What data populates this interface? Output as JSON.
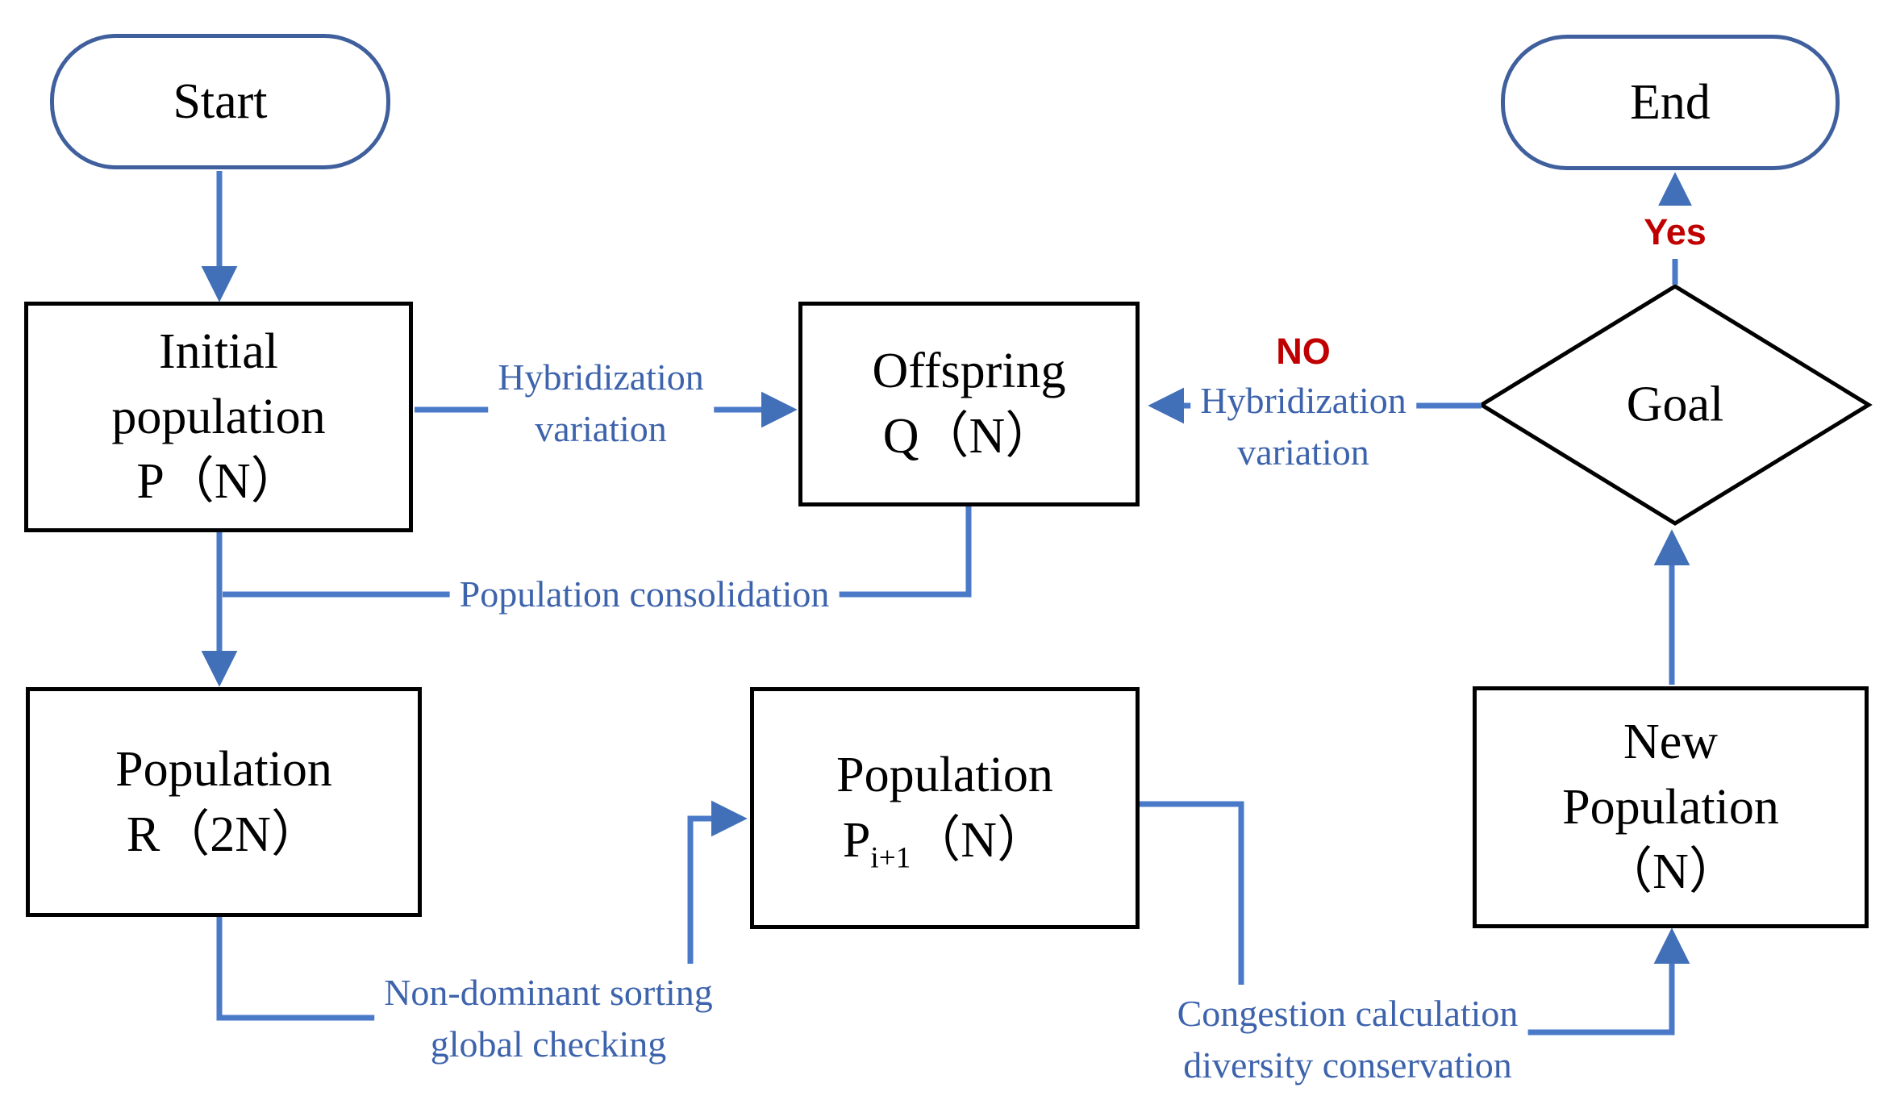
{
  "flowchart": {
    "colors": {
      "line_blue": "#4a79c8",
      "arrow_blue": "#4270b8",
      "label_blue": "#3d63ac",
      "decision_red": "#c00000",
      "box_border": "#000000",
      "box_text": "#000000",
      "terminal_border": "#3f5f9d",
      "bg": "#ffffff"
    },
    "nodes": {
      "start": {
        "label": "Start"
      },
      "initial_population": {
        "line1": "Initial",
        "line2": "population",
        "line3": "P（N）"
      },
      "offspring": {
        "line1": "Offspring",
        "line2": "Q（N）"
      },
      "population_r": {
        "line1": "Population",
        "line2": "R（2N）"
      },
      "population_p_next": {
        "line1": "Population",
        "p": "P",
        "sub": "i+1",
        "paren": "（N）"
      },
      "new_population": {
        "line1": "New",
        "line2": "Population",
        "line3": "（N）"
      },
      "goal": {
        "label": "Goal"
      },
      "end": {
        "label": "End"
      }
    },
    "edge_labels": {
      "hybridization_variation_left": {
        "line1": "Hybridization",
        "line2": "variation"
      },
      "no_branch": {
        "decision": "NO",
        "line1": "Hybridization",
        "line2": "variation"
      },
      "population_consolidation": {
        "line1": "Population consolidation"
      },
      "non_dominant_sorting": {
        "line1": "Non-dominant sorting",
        "line2": "global checking"
      },
      "congestion_calculation": {
        "line1": "Congestion calculation",
        "line2": "diversity conservation"
      },
      "yes_branch": {
        "decision": "Yes"
      }
    }
  }
}
